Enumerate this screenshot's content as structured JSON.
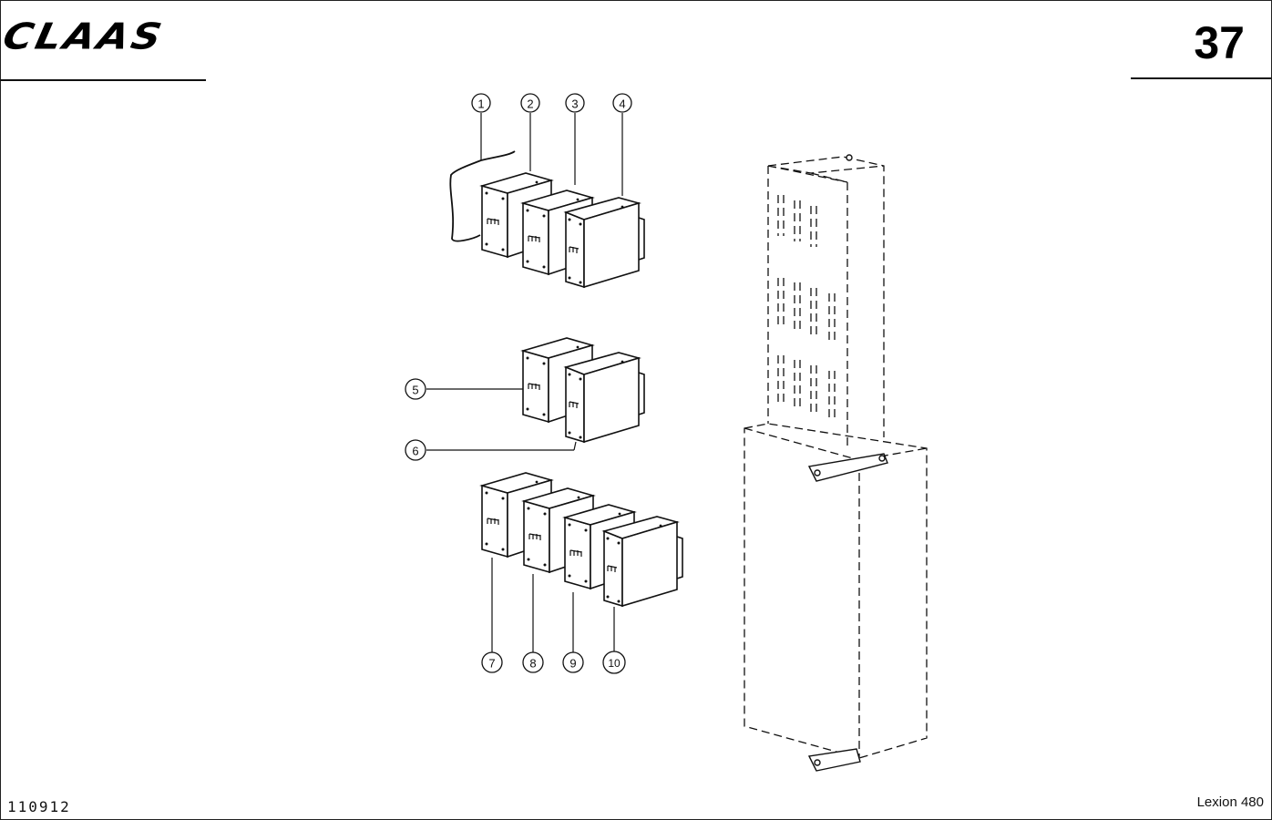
{
  "header": {
    "logo": "CLAAS",
    "page_number": "37"
  },
  "footer": {
    "document_number": "110912",
    "model": "Lexion 480"
  },
  "callouts": [
    "1",
    "2",
    "3",
    "4",
    "5",
    "6",
    "7",
    "8",
    "9",
    "10"
  ]
}
